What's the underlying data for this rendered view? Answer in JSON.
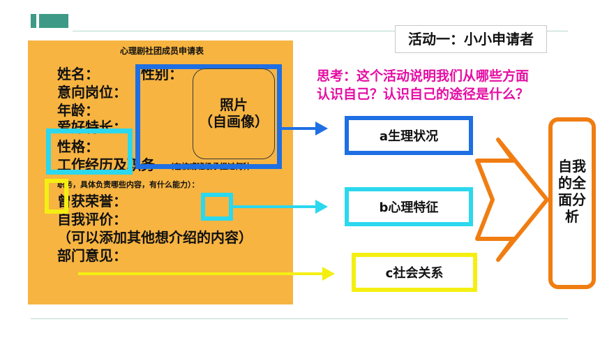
{
  "header": {
    "activity_title": "活动一：小小申请者"
  },
  "form": {
    "title": "心理剧社团成员申请表",
    "fields": {
      "name": "姓名：",
      "gender": "性别：",
      "position": "意向岗位：",
      "age": "年龄：",
      "hobby": "爱好特长：",
      "personality": "性格：",
      "experience": "工作经历及职务",
      "experience_note": "（在校或班级承担过何种",
      "duty": "职务，具体负责哪些内容，有什么能力）：",
      "honor": "曾获荣誉：",
      "self_eval": "自我评价：",
      "extra": "（可以添加其他想介绍的内容）",
      "dept": "部门意见："
    },
    "photo": {
      "line1": "照片",
      "line2": "（自画像）"
    }
  },
  "question": {
    "line1": "思考：这个活动说明我们从哪些方面",
    "line2": "认识自己？认识自己的途径是什么？"
  },
  "categories": {
    "a": "a生理状况",
    "b": "b心理特征",
    "c": "c社会关系"
  },
  "conclusion": [
    "自我",
    "的全",
    "面分",
    "析"
  ],
  "colors": {
    "form_bg": "#f7b441",
    "blue": "#1e6fe3",
    "cyan": "#2bd8ee",
    "yellow": "#f4ef13",
    "orange": "#f07d12",
    "magenta": "#e50da3",
    "teal": "#3e9a86"
  }
}
